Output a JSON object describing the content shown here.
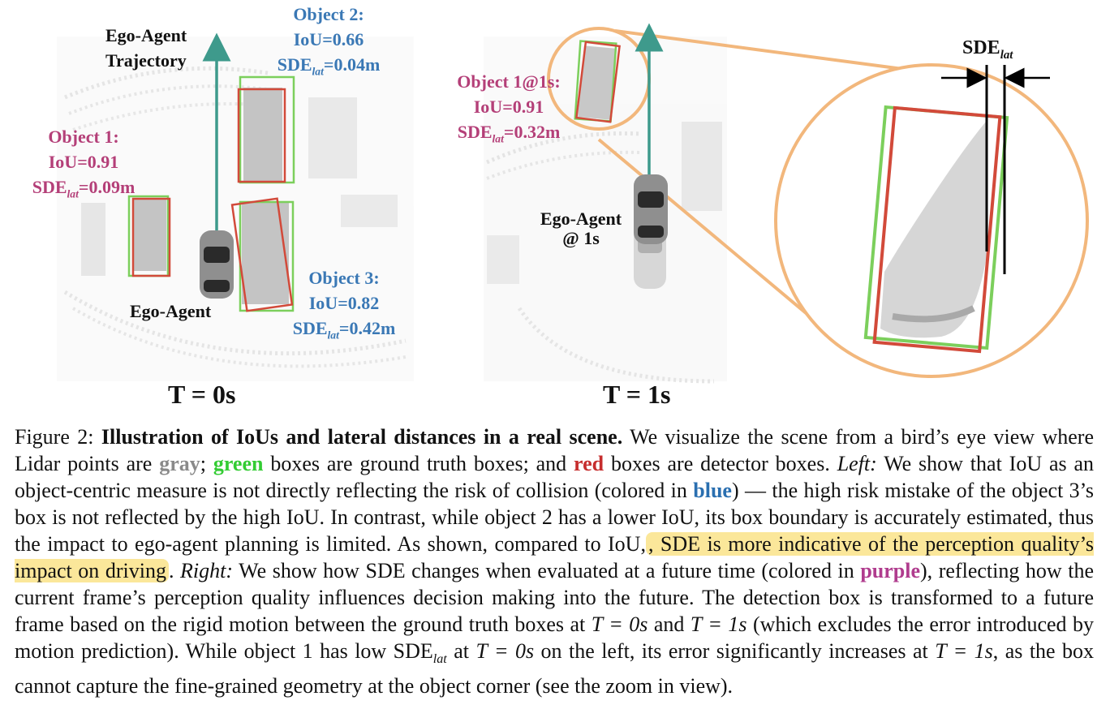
{
  "left_panel": {
    "trajectory_label_line1": "Ego-Agent",
    "trajectory_label_line2": "Trajectory",
    "ego_label": "Ego-Agent",
    "time_label": "T = 0s",
    "object1": {
      "line1": "Object 1:",
      "line2": "IoU=0.91",
      "sde_prefix": "SDE",
      "sde_sub": "lat",
      "sde_value": "=0.09m"
    },
    "object2": {
      "line1": "Object 2:",
      "line2": "IoU=0.66",
      "sde_prefix": "SDE",
      "sde_sub": "lat",
      "sde_value": "=0.04m"
    },
    "object3": {
      "line1": "Object 3:",
      "line2": "IoU=0.82",
      "sde_prefix": "SDE",
      "sde_sub": "lat",
      "sde_value": "=0.42m"
    }
  },
  "right_panel": {
    "ego_label_line1": "Ego-Agent",
    "ego_label_line2": "@ 1s",
    "time_label": "T = 1s",
    "object1": {
      "line1": "Object 1@1s:",
      "line2": "IoU=0.91",
      "sde_prefix": "SDE",
      "sde_sub": "lat",
      "sde_value": "=0.32m"
    },
    "zoom_sde_prefix": "SDE",
    "zoom_sde_sub": "lat"
  },
  "colors": {
    "ground_truth_box": "#7ccf5c",
    "detector_box": "#d24a3a",
    "trajectory_arrow": "#3e9a8c",
    "zoom_circle": "#f2b77c",
    "lidar_points": "#c8c8c8"
  },
  "caption": {
    "fig_label": "Figure 2:",
    "title": "Illustration of IoUs and lateral distances in a real scene.",
    "s1": "We visualize the scene from a bird’s eye view where Lidar points are",
    "gray": "gray",
    "s2": ";",
    "green": "green",
    "s3": "boxes are ground truth boxes; and",
    "red": "red",
    "s4": "boxes are detector boxes.",
    "left": "Left:",
    "s5": "We show that IoU as an object-centric measure is not directly reflecting the risk of collision (colored in",
    "blue": "blue",
    "s6": ") — the high risk mistake of the object 3’s box is not reflected by the high IoU. In contrast, while object 2 has a lower IoU, its box boundary is accurately estimated, thus the impact to ego-agent planning is limited. As shown, compared to IoU,",
    "highlight": ", SDE is more indicative of the perception quality’s impact on driving",
    "s7": ".",
    "right": "Right:",
    "s8": "We show how SDE changes when evaluated at a future time (colored in",
    "purple": "purple",
    "s9": "), reflecting how the current frame’s perception quality influences decision making into the future. The detection box is transformed to a future frame based on the rigid motion between the ground truth boxes at",
    "m1": "T = 0s",
    "s10": "and",
    "m2": "T = 1s",
    "s11": "(which excludes the error introduced by motion prediction). While object 1 has low SDE",
    "sub_lat": "lat",
    "s12": "at",
    "m3": "T = 0s",
    "s13": "on the left, its error significantly increases at",
    "m4": "T = 1s",
    "s14": ", as the box cannot capture the fine-grained geometry at the object corner (see the zoom in view)."
  }
}
